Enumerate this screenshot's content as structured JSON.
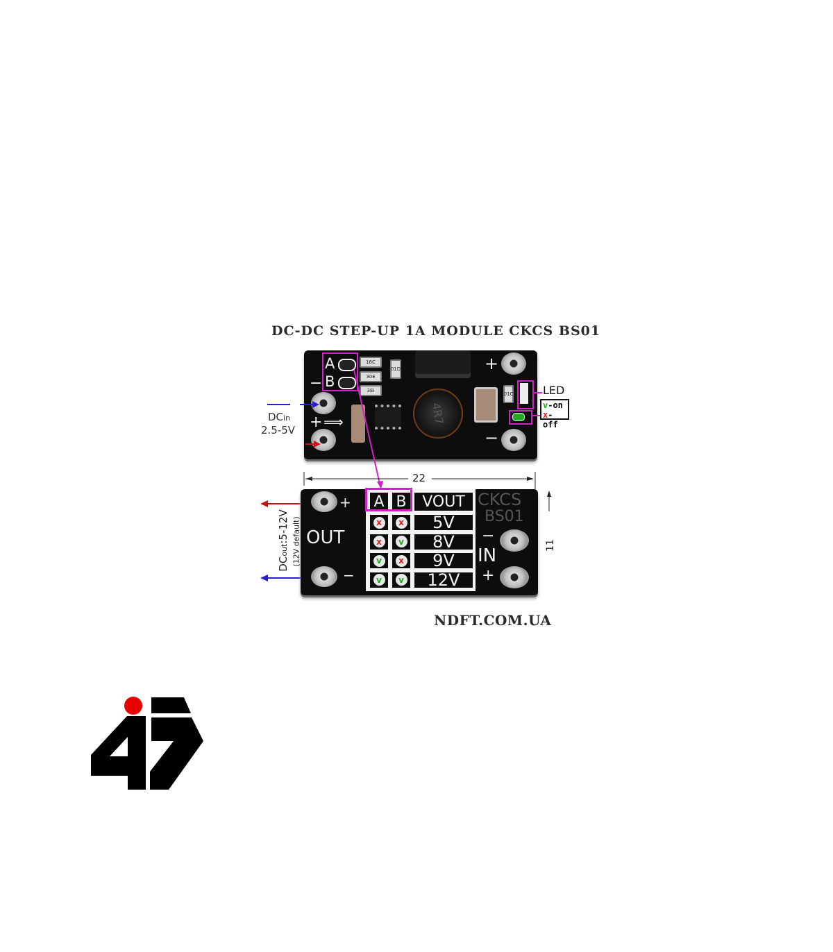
{
  "title": "DC-DC STEP-UP 1A MODULE CKCS BS01",
  "watermark": "NDFT.COM.UA",
  "top_board": {
    "jumper_a": "A",
    "jumper_b": "B",
    "plus": "+",
    "minus": "−",
    "led_label": "LED",
    "legend_on_mark": "v",
    "legend_on": "-on",
    "legend_off_mark": "x",
    "legend_off": "-off",
    "dc_in_label": "DC",
    "dc_in_sub": "in",
    "dc_in_range": "2.5-5V",
    "inductor_marking": "4R7",
    "resistors": [
      "18C",
      "30E",
      "3EI",
      "01D",
      "01C"
    ]
  },
  "dimensions": {
    "width": "22",
    "height": "11"
  },
  "bottom_board": {
    "out_label": "OUT",
    "in_label": "IN",
    "plus": "+",
    "minus": "−",
    "brand": "CKCS",
    "model": "BS01",
    "dc_out_label": "DC",
    "dc_out_sub": "out",
    "dc_out_range": ":5-12V",
    "dc_out_default": "(12V default)",
    "table": {
      "headers": [
        "A",
        "B",
        "VOUT"
      ],
      "rows": [
        {
          "a": "x",
          "b": "x",
          "vout": "5V"
        },
        {
          "a": "x",
          "b": "v",
          "vout": "8V"
        },
        {
          "a": "v",
          "b": "x",
          "vout": "9V"
        },
        {
          "a": "v",
          "b": "v",
          "vout": "12V"
        }
      ]
    }
  },
  "colors": {
    "accent": "#d020c8",
    "on": "#22aa22",
    "off": "#e02020",
    "arrow_pos": "#cc1111",
    "arrow_neg": "#2a1ad0"
  }
}
